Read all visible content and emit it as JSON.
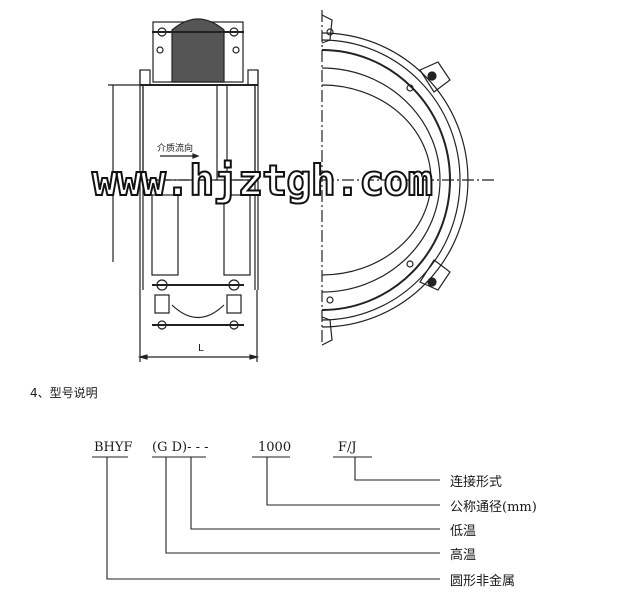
{
  "drawing": {
    "flow_direction_label": "介质流向",
    "length_label": "L",
    "watermark": "www.hjztgh.com"
  },
  "section": {
    "title": "4、型号说明"
  },
  "model_code": {
    "parts": [
      "BHYF",
      "(G D)- - -",
      "1000",
      "F/J"
    ],
    "legend": [
      "连接形式",
      "公称通径(mm)",
      "低温",
      "高温",
      "圆形非金属"
    ]
  },
  "colors": {
    "line": "#222222",
    "background": "#ffffff"
  }
}
